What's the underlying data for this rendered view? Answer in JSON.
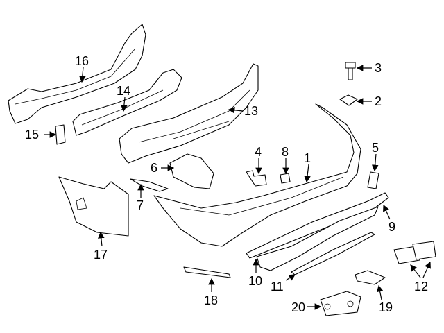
{
  "diagram": {
    "type": "exploded-parts-diagram",
    "callouts": [
      "1",
      "2",
      "3",
      "4",
      "5",
      "6",
      "7",
      "8",
      "9",
      "10",
      "11",
      "12",
      "13",
      "14",
      "15",
      "16",
      "17",
      "18",
      "19",
      "20"
    ]
  }
}
